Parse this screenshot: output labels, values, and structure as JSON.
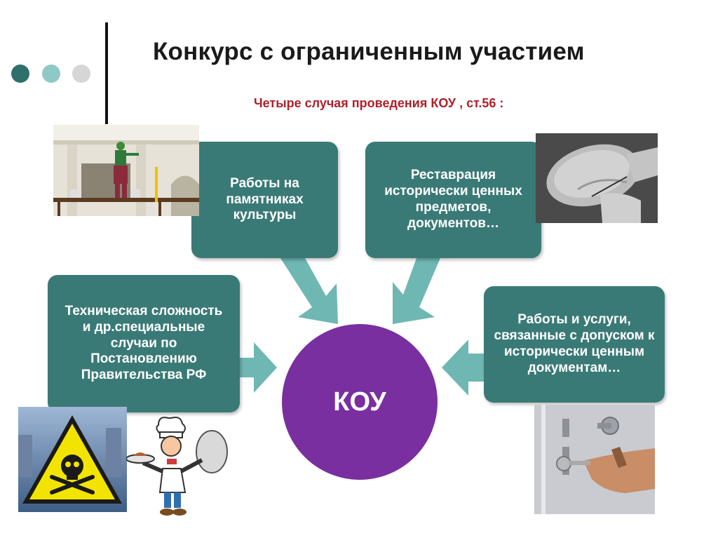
{
  "header": {
    "title": "Конкурс с ограниченным участием",
    "subtitle": "Четыре случая проведения КОУ , ст.56 :"
  },
  "boxes": {
    "culture": "Работы на памятниках культуры",
    "restoration": "Реставрация исторически ценных предметов, документов…",
    "technical": "Техническая сложность и др.специальные случаи по Постановлению Правительства РФ",
    "access": "Работы и услуги, связанные с допуском к исторически ценным документам…"
  },
  "center": {
    "label": "КОУ"
  },
  "colors": {
    "box": "#3a7a76",
    "arrow": "#6fb7b3",
    "circle": "#7a2fa0",
    "subtitle": "#b0202a",
    "dot_dark": "#2f6f6c",
    "dot_mid": "#8fc9c6",
    "dot_light": "#d6d6d6"
  }
}
